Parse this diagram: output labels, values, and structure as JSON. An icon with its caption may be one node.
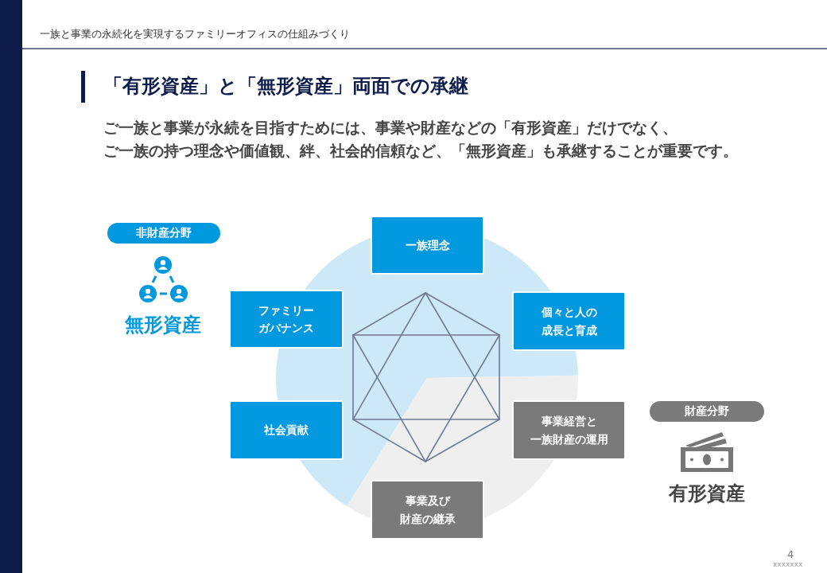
{
  "diagram": {
    "title": "「有形資産」と「無形資産」両面での承継",
    "nodes": [
      {
        "text": [
          "非財産分野"
        ]
      },
      {
        "text": [
          "一族理念"
        ]
      },
      {
        "text": [
          "ファミリーガバナンス"
        ]
      },
      {
        "text": [
          "個々と人の成長と育成"
        ]
      },
      {
        "text": [
          "社会貢献"
        ]
      },
      {
        "text": [
          "事業経営と一族財産の運用"
        ]
      },
      {
        "text": [
          "財産分野"
        ]
      },
      {
        "text": [
          "事業及び財産の継承"
        ]
      }
    ],
    "edges": [],
    "labels": [
      "一族と事業の永続化を実現するファミリーオフィスの仕組みづくり",
      "ご一族と事業が永続を目指すためには、事業や財産などの「有形資産」だけでなく、ご一族の持つ理念や価値観、絆、社会的信頼など、「無形資産」も承継することが重要です。",
      "無形資産",
      "有形資産",
      "4",
      "xxxxxxx"
    ]
  }
}
